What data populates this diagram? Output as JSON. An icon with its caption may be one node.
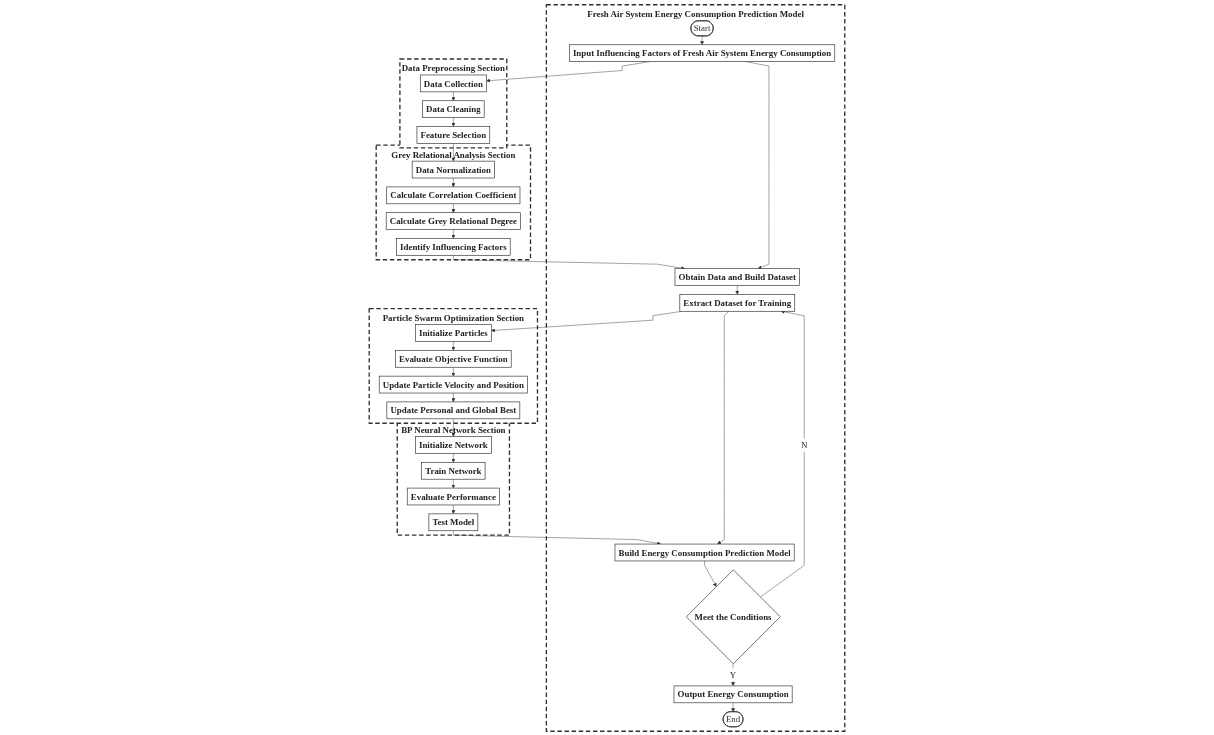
{
  "diagram": {
    "nodes": [
      {
        "text": [
          "Fresh Air System Energy Consumption Prediction Model"
        ]
      },
      {
        "text": [
          "Start"
        ],
        "in": 0
      },
      {
        "text": [
          "Input Influencing Factors of Fresh Air System Energy Consumption"
        ],
        "in": 0
      },
      {
        "text": [
          "Obtain Data and Build Dataset"
        ],
        "in": 0
      },
      {
        "text": [
          "Extract Dataset for Training"
        ],
        "in": 0
      },
      {
        "text": [
          "Build Energy Consumption Prediction Model"
        ],
        "in": 0
      },
      {
        "text": [
          "Meet the Conditions"
        ],
        "in": 0
      },
      {
        "text": [
          "Output Energy Consumption"
        ],
        "in": 0
      },
      {
        "text": [
          "End"
        ],
        "in": 0
      },
      {
        "text": [
          "Data Preprocessing Section"
        ]
      },
      {
        "text": [
          "Data Collection"
        ],
        "in": 9
      },
      {
        "text": [
          "Data Cleaning"
        ],
        "in": 9
      },
      {
        "text": [
          "Feature Selection"
        ],
        "in": 9
      },
      {
        "text": [
          "Grey Relational Analysis Section"
        ]
      },
      {
        "text": [
          "Data Normalization"
        ],
        "in": 13
      },
      {
        "text": [
          "Calculate Correlation Coefficient"
        ],
        "in": 13
      },
      {
        "text": [
          "Calculate Grey Relational Degree"
        ],
        "in": 13
      },
      {
        "text": [
          "Identify Influencing Factors"
        ],
        "in": 13
      },
      {
        "text": [
          "Particle Swarm Optimization Section"
        ]
      },
      {
        "text": [
          "Initialize Particles"
        ],
        "in": 18
      },
      {
        "text": [
          "Evaluate Objective Function"
        ],
        "in": 18
      },
      {
        "text": [
          "Update Particle Velocity and Position"
        ],
        "in": 18
      },
      {
        "text": [
          "Update Personal and Global Best"
        ],
        "in": 18
      },
      {
        "text": [
          "BP Neural Network Section"
        ]
      },
      {
        "text": [
          "Initialize Network"
        ],
        "in": 23
      },
      {
        "text": [
          "Train Network"
        ],
        "in": 23
      },
      {
        "text": [
          "Evaluate Performance"
        ],
        "in": 23
      },
      {
        "text": [
          "Test Model"
        ],
        "in": 23
      }
    ],
    "edges": [
      {
        "from": 1,
        "to": 2,
        "arrow": "to"
      },
      {
        "from": 2,
        "to": 10,
        "arrow": "to"
      },
      {
        "from": 10,
        "to": 11,
        "arrow": "to"
      },
      {
        "from": 11,
        "to": 12,
        "arrow": "to"
      },
      {
        "from": 12,
        "to": 14,
        "arrow": "to"
      },
      {
        "from": 14,
        "to": 15,
        "arrow": "to"
      },
      {
        "from": 15,
        "to": 16,
        "arrow": "to"
      },
      {
        "from": 16,
        "to": 17,
        "arrow": "to"
      },
      {
        "from": 17,
        "to": 3,
        "arrow": "to"
      },
      {
        "from": 2,
        "to": 3,
        "arrow": "to"
      },
      {
        "from": 3,
        "to": 4,
        "arrow": "to"
      },
      {
        "from": 4,
        "to": 19,
        "arrow": "to"
      },
      {
        "from": 19,
        "to": 20,
        "arrow": "to"
      },
      {
        "from": 20,
        "to": 21,
        "arrow": "to"
      },
      {
        "from": 21,
        "to": 22,
        "arrow": "to"
      },
      {
        "from": 22,
        "to": 24,
        "arrow": "to"
      },
      {
        "from": 24,
        "to": 25,
        "arrow": "to"
      },
      {
        "from": 25,
        "to": 26,
        "arrow": "to"
      },
      {
        "from": 26,
        "to": 27,
        "arrow": "to"
      },
      {
        "from": 27,
        "to": 5,
        "arrow": "to"
      },
      {
        "from": 4,
        "to": 5,
        "arrow": "to"
      },
      {
        "from": 5,
        "to": 6,
        "arrow": "to"
      },
      {
        "from": 6,
        "to": 4,
        "arrow": "to",
        "label": "N"
      },
      {
        "from": 6,
        "to": 7,
        "arrow": "to",
        "label": "Y"
      },
      {
        "from": 7,
        "to": 8,
        "arrow": "to"
      }
    ]
  }
}
